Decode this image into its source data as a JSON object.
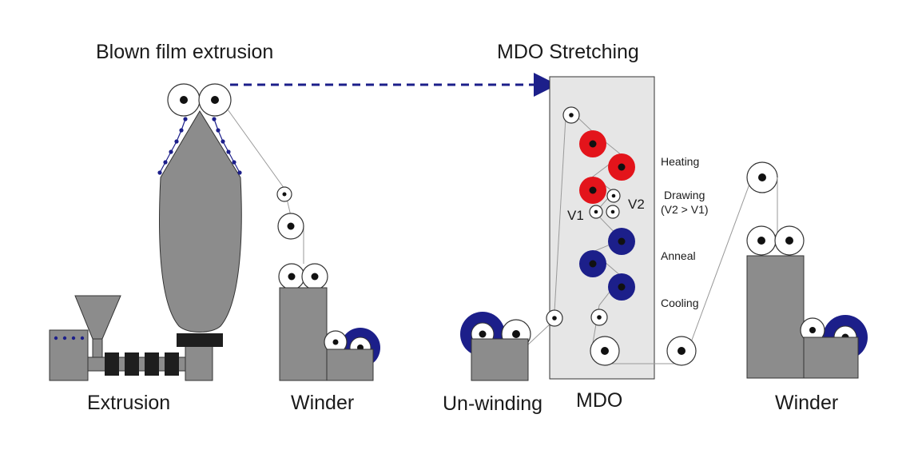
{
  "titles": {
    "blown_film": "Blown film extrusion",
    "mdo_stretching": "MDO Stretching"
  },
  "bottom_labels": {
    "extrusion": "Extrusion",
    "winder_left": "Winder",
    "unwinding": "Un-winding",
    "mdo": "MDO",
    "winder_right": "Winder"
  },
  "mdo_labels": {
    "heating": "Heating",
    "drawing": "Drawing",
    "drawing_sub": "(V2 > V1)",
    "v1": "V1",
    "v2": "V2",
    "anneal": "Anneal",
    "cooling": "Cooling"
  },
  "colors": {
    "machine_gray": "#8c8c8c",
    "dark_block": "#1e1e1e",
    "navy": "#1c1f8a",
    "red": "#e3141b",
    "mdo_panel": "#e6e6e6",
    "arrow": "#1c1f8a"
  }
}
